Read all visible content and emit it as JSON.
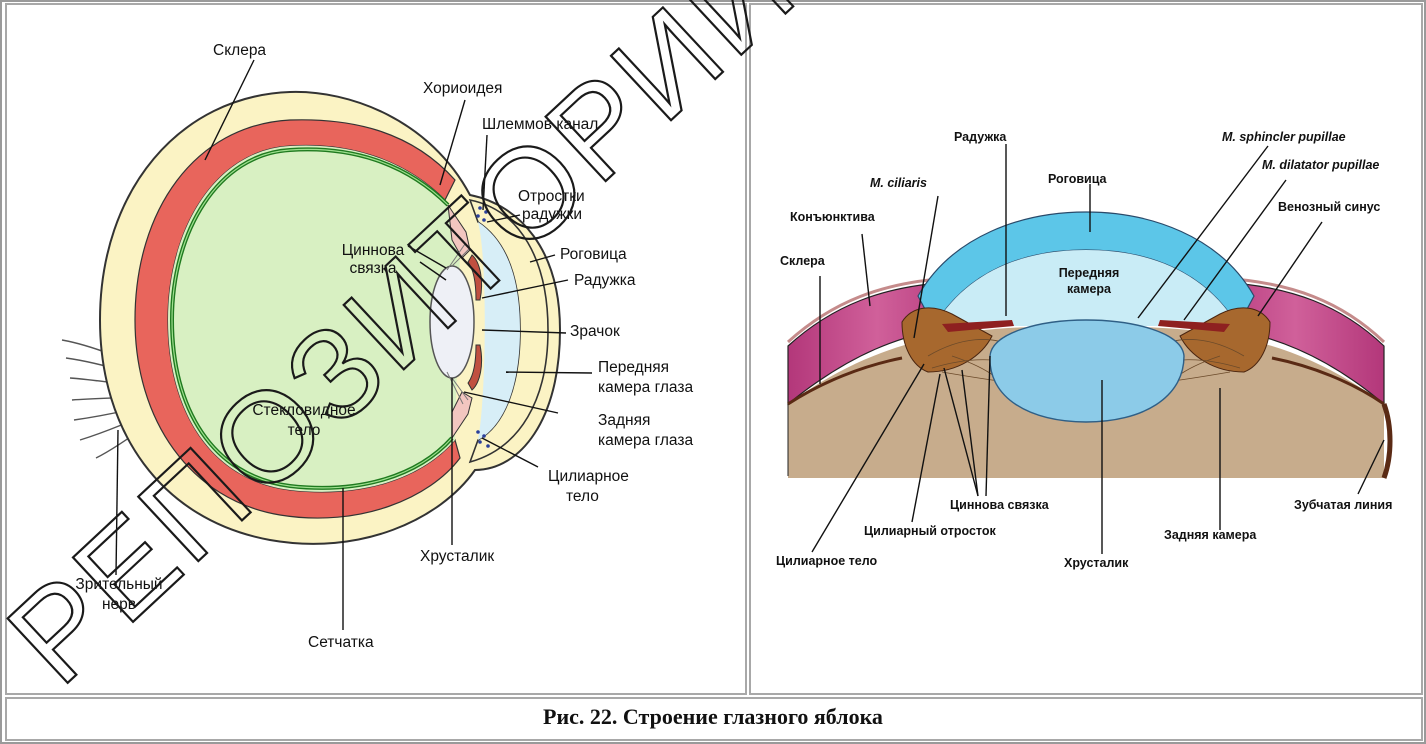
{
  "caption": "Рис. 22. Строение глазного яблока",
  "left_diagram": {
    "labels": {
      "sclera": "Склера",
      "choroid": "Хориоидея",
      "schlemm_canal": "Шлеммов канал",
      "iris_processes_1": "Отростки",
      "iris_processes_2": "радужки",
      "zinn_1": "Циннова",
      "zinn_2": "связка",
      "cornea": "Роговица",
      "iris": "Радужка",
      "pupil": "Зрачок",
      "anterior_chamber_1": "Передняя",
      "anterior_chamber_2": "камера глаза",
      "vitreous_1": "Стекловидное",
      "vitreous_2": "тело",
      "posterior_chamber_1": "Задняя",
      "posterior_chamber_2": "камера глаза",
      "ciliary_body_1": "Цилиарное",
      "ciliary_body_2": "тело",
      "lens": "Хрусталик",
      "optic_nerve_1": "Зрительный",
      "optic_nerve_2": "нерв",
      "retina": "Сетчатка"
    }
  },
  "right_diagram": {
    "labels": {
      "iris": "Радужка",
      "cornea": "Роговица",
      "sphincter": "M. sphincler pupillae",
      "dilatator": "M. dilatator pupillae",
      "ciliaris": "M. ciliaris",
      "conjunctiva": "Конъюнктива",
      "venous_sinus": "Венозный синус",
      "sclera": "Склера",
      "anterior_chamber_1": "Передняя",
      "anterior_chamber_2": "камера",
      "zinn": "Циннова связка",
      "dentate_line": "Зубчатая линия",
      "ciliary_process": "Цилиарный отросток",
      "posterior_chamber": "Задняя камера",
      "ciliary_body": "Цилиарное тело",
      "lens": "Хрусталик"
    }
  },
  "watermark": "РЕПОЗИТОРИЙ ГГУ ИМЕНИ",
  "colors": {
    "sclera": "#fbf3c4",
    "choroid": "#e8655c",
    "vitreous": "#d8f0c2",
    "retina": "#1f7a1f",
    "cornea_fill": "#d7eef7",
    "right_cornea": "#5cc6e8",
    "right_lens": "#8ccbe8",
    "right_sclera": "#c9488a",
    "right_floor": "#c7ac8c"
  }
}
